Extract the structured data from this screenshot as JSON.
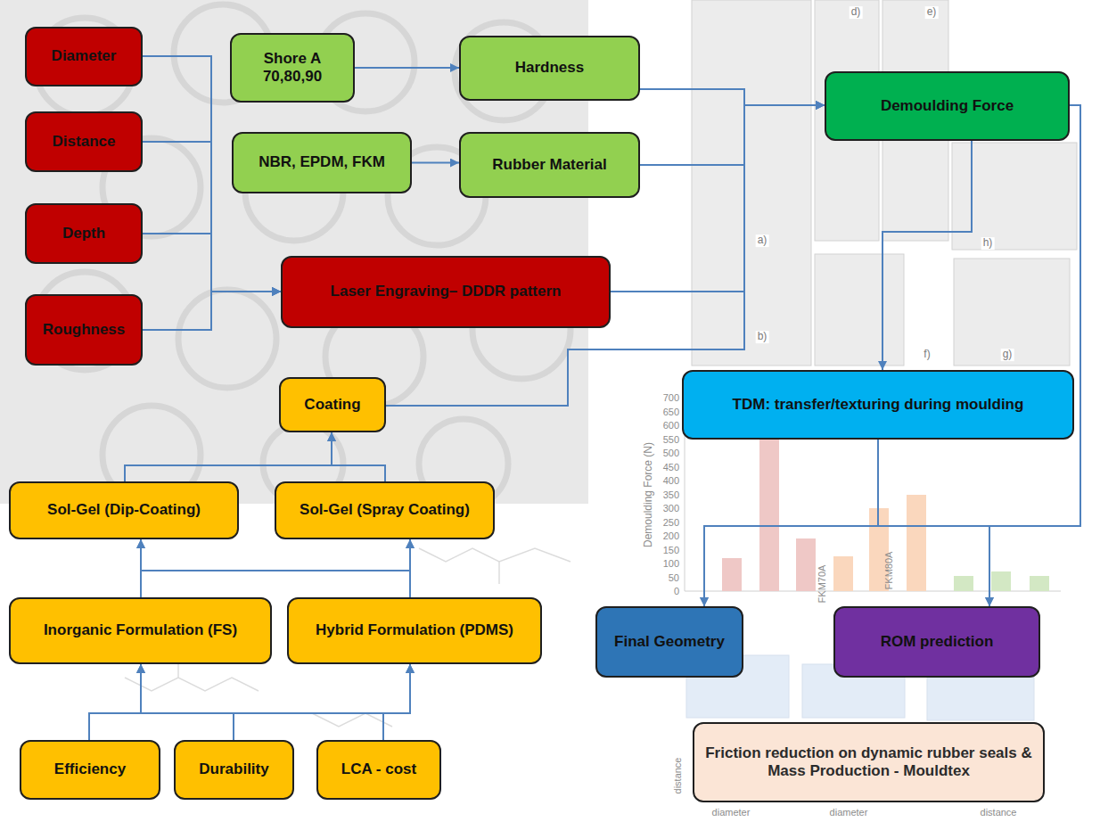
{
  "diagram": {
    "nodes": [
      {
        "text": [
          "Diameter"
        ]
      },
      {
        "text": [
          "Shore A 70,80,90"
        ]
      },
      {
        "text": [
          "Hardness"
        ]
      },
      {
        "text": [
          "Demoulding Force"
        ]
      },
      {
        "text": [
          "Distance"
        ]
      },
      {
        "text": [
          "NBR, EPDM, FKM"
        ]
      },
      {
        "text": [
          "Rubber Material"
        ]
      },
      {
        "text": [
          "Depth"
        ]
      },
      {
        "text": [
          "Laser Engraving– DDDR pattern"
        ]
      },
      {
        "text": [
          "Roughness"
        ]
      },
      {
        "text": [
          "Coating"
        ]
      },
      {
        "text": [
          "TDM: transfer/texturing during moulding"
        ]
      },
      {
        "text": [
          "Sol-Gel (Dip-Coating)"
        ]
      },
      {
        "text": [
          "Sol-Gel (Spray Coating)"
        ]
      },
      {
        "text": [
          "Inorganic Formulation (FS)"
        ]
      },
      {
        "text": [
          "Hybrid Formulation (PDMS)"
        ]
      },
      {
        "text": [
          "Final Geometry"
        ]
      },
      {
        "text": [
          "ROM prediction"
        ]
      },
      {
        "text": [
          "Efficiency"
        ]
      },
      {
        "text": [
          "Durability"
        ]
      },
      {
        "text": [
          "LCA - cost"
        ]
      },
      {
        "text": [
          "Friction reduction on dynamic rubber seals & Mass Production - Mouldtex"
        ]
      }
    ],
    "edges": [
      {
        "from": 0,
        "to": 8,
        "arrow": "to"
      },
      {
        "from": 4,
        "to": 8,
        "arrow": "to"
      },
      {
        "from": 7,
        "to": 8,
        "arrow": "to"
      },
      {
        "from": 9,
        "to": 8,
        "arrow": "to"
      },
      {
        "from": 1,
        "to": 2,
        "arrow": "to"
      },
      {
        "from": 5,
        "to": 6,
        "arrow": "to"
      },
      {
        "from": 2,
        "to": 3,
        "arrow": "to"
      },
      {
        "from": 6,
        "to": 3,
        "arrow": "to"
      },
      {
        "from": 8,
        "to": 3,
        "arrow": "to"
      },
      {
        "from": 10,
        "to": 3,
        "arrow": "to"
      },
      {
        "from": 3,
        "to": 11,
        "arrow": "to"
      },
      {
        "from": 3,
        "to": 16,
        "arrow": "to"
      },
      {
        "from": 3,
        "to": 17,
        "arrow": "to"
      },
      {
        "from": 11,
        "to": 16,
        "arrow": "to"
      },
      {
        "from": 11,
        "to": 17,
        "arrow": "to"
      },
      {
        "from": 12,
        "to": 10,
        "arrow": "to"
      },
      {
        "from": 13,
        "to": 10,
        "arrow": "to"
      },
      {
        "from": 14,
        "to": 12,
        "arrow": "to"
      },
      {
        "from": 14,
        "to": 13,
        "arrow": "to"
      },
      {
        "from": 15,
        "to": 13,
        "arrow": "to"
      },
      {
        "from": 15,
        "to": 12,
        "arrow": "to"
      },
      {
        "from": 18,
        "to": 14,
        "arrow": "to"
      },
      {
        "from": 18,
        "to": 15,
        "arrow": "to"
      },
      {
        "from": 19,
        "to": 14,
        "arrow": "to"
      },
      {
        "from": 19,
        "to": 15,
        "arrow": "to"
      },
      {
        "from": 20,
        "to": 14,
        "arrow": "to"
      },
      {
        "from": 20,
        "to": 15,
        "arrow": "to"
      }
    ],
    "labels": [
      "700",
      "650",
      "600",
      "550",
      "500",
      "450",
      "400",
      "350",
      "300",
      "250",
      "200",
      "150",
      "100",
      "50",
      "0",
      "Demoulding Force (N)",
      "FKM70A",
      "FKM80A",
      "a)",
      "b)",
      "d)",
      "e)",
      "f)",
      "g)",
      "h)",
      "distance",
      "diameter",
      "diameter",
      "distance"
    ]
  }
}
